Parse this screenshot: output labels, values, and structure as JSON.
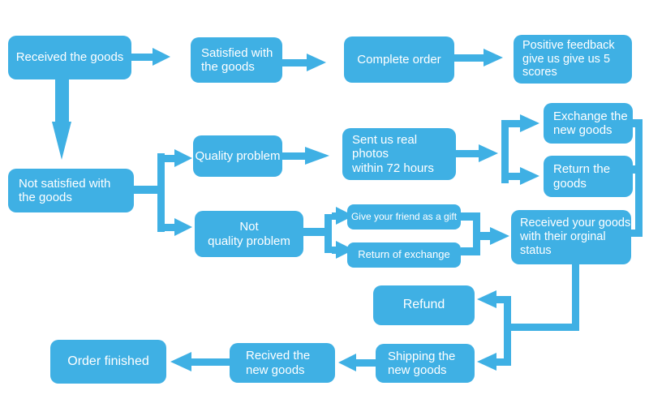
{
  "diagram": {
    "type": "flowchart",
    "background_color": "#ffffff",
    "accent_color": "#3fb0e4",
    "text_color": "#ffffff",
    "nodes": {
      "received_goods": {
        "label": "Received the goods"
      },
      "satisfied_goods": {
        "label": "Satisfied with\nthe goods"
      },
      "complete_order": {
        "label": "Complete order"
      },
      "positive_feedback": {
        "label": "Positive feedback\ngive us give us 5\nscores"
      },
      "not_satisfied": {
        "label": "Not satisfied with\nthe goods"
      },
      "quality_problem": {
        "label": "Quality problem"
      },
      "sent_photos": {
        "label": "Sent us real photos\nwithin 72 hours"
      },
      "exchange_new_goods": {
        "label": "Exchange the\nnew goods"
      },
      "return_goods": {
        "label": "Return the\ngoods"
      },
      "not_quality_problem": {
        "label": "Not\nquality problem"
      },
      "give_friend_gift": {
        "label": "Give your friend as a gift"
      },
      "return_of_exchange": {
        "label": "Return of exchange"
      },
      "received_original_status": {
        "label": "Received your goods\nwith their orginal\nstatus"
      },
      "refund": {
        "label": "Refund"
      },
      "shipping_new_goods": {
        "label": "Shipping the\nnew goods"
      },
      "recived_new_goods": {
        "label": "Recived the\nnew goods"
      },
      "order_finished": {
        "label": "Order finished"
      }
    },
    "edges": [
      {
        "from": "received_goods",
        "to": "satisfied_goods"
      },
      {
        "from": "satisfied_goods",
        "to": "complete_order"
      },
      {
        "from": "complete_order",
        "to": "positive_feedback"
      },
      {
        "from": "received_goods",
        "to": "not_satisfied"
      },
      {
        "from": "not_satisfied",
        "to": "quality_problem"
      },
      {
        "from": "not_satisfied",
        "to": "not_quality_problem"
      },
      {
        "from": "quality_problem",
        "to": "sent_photos"
      },
      {
        "from": "sent_photos",
        "to": "exchange_new_goods"
      },
      {
        "from": "sent_photos",
        "to": "return_goods"
      },
      {
        "from": "exchange_new_goods",
        "to": "received_original_status"
      },
      {
        "from": "return_goods",
        "to": "received_original_status"
      },
      {
        "from": "not_quality_problem",
        "to": "give_friend_gift"
      },
      {
        "from": "not_quality_problem",
        "to": "return_of_exchange"
      },
      {
        "from": "give_friend_gift",
        "to": "received_original_status"
      },
      {
        "from": "return_of_exchange",
        "to": "received_original_status"
      },
      {
        "from": "received_original_status",
        "to": "refund"
      },
      {
        "from": "received_original_status",
        "to": "shipping_new_goods"
      },
      {
        "from": "shipping_new_goods",
        "to": "recived_new_goods"
      },
      {
        "from": "recived_new_goods",
        "to": "order_finished"
      }
    ]
  }
}
